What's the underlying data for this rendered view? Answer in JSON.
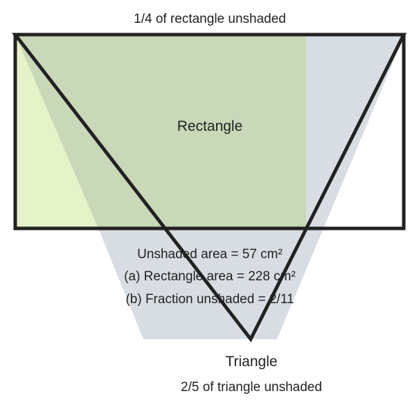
{
  "labels": {
    "top_caption": "1/4 of rectangle unshaded",
    "rectangle_label": "Rectangle",
    "unshaded_area": "Unshaded area = 57 cm²",
    "answer_a": "(a) Rectangle area = 228 cm²",
    "answer_b": "(b) Fraction unshaded = 2/11",
    "triangle_label": "Triangle",
    "bottom_caption": "2/5 of triangle unshaded"
  },
  "colors": {
    "outline": "#222222",
    "rectangle_only_shading": "#e6f2c8",
    "triangle_only_shading": "#d8dde3",
    "overlap_shading": "#c8d8b8",
    "background": "#ffffff"
  }
}
